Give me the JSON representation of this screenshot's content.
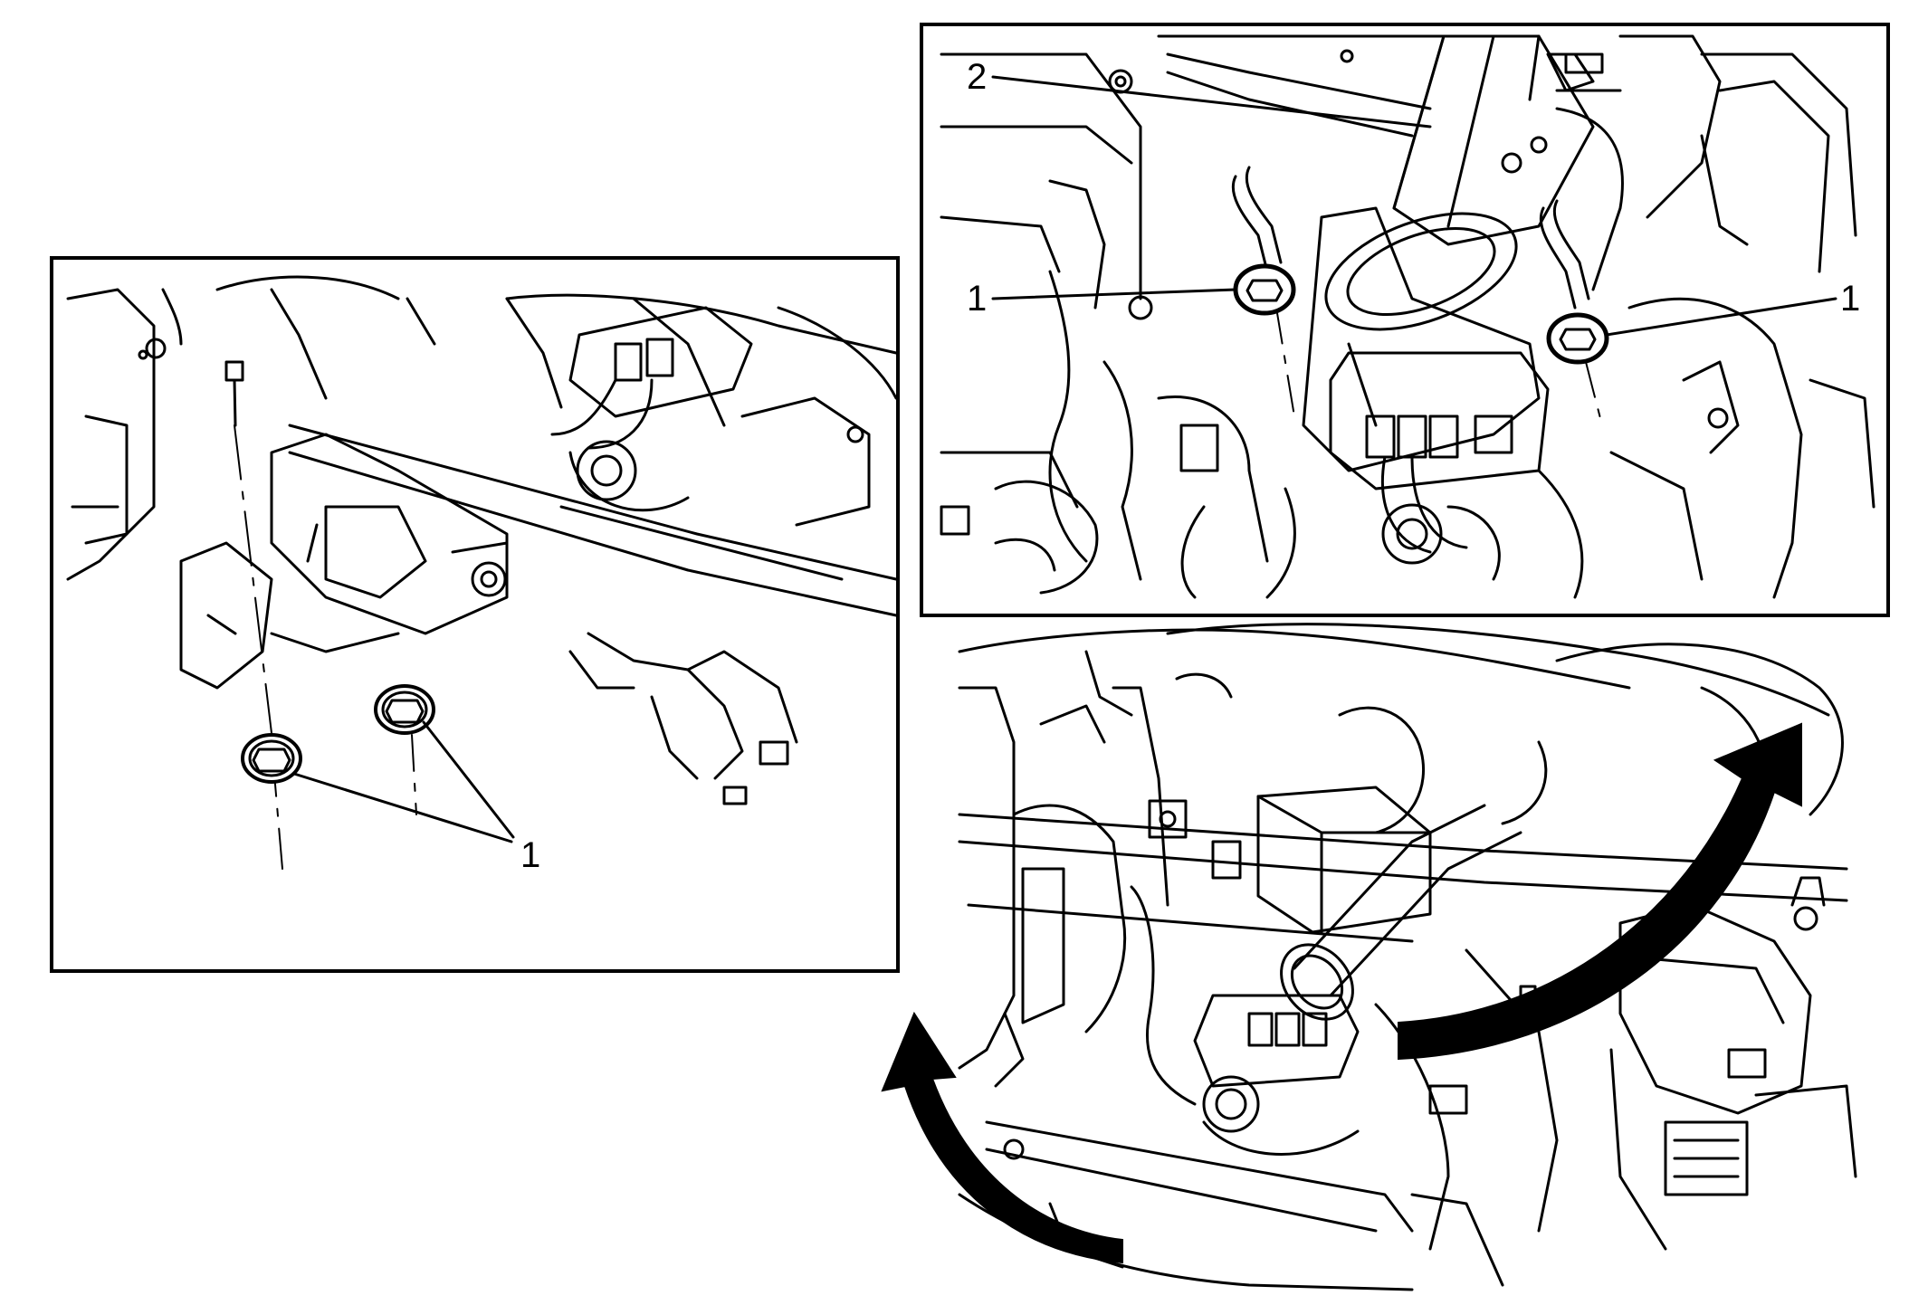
{
  "callouts": {
    "left_panel": {
      "label_1": "1"
    },
    "right_panel": {
      "label_1_left": "1",
      "label_1_right": "1",
      "label_2": "2"
    }
  },
  "colors": {
    "line": "#000000",
    "background": "#ffffff"
  },
  "icons": [
    "curved-arrow-icon",
    "nut-icon",
    "stud-icon"
  ]
}
